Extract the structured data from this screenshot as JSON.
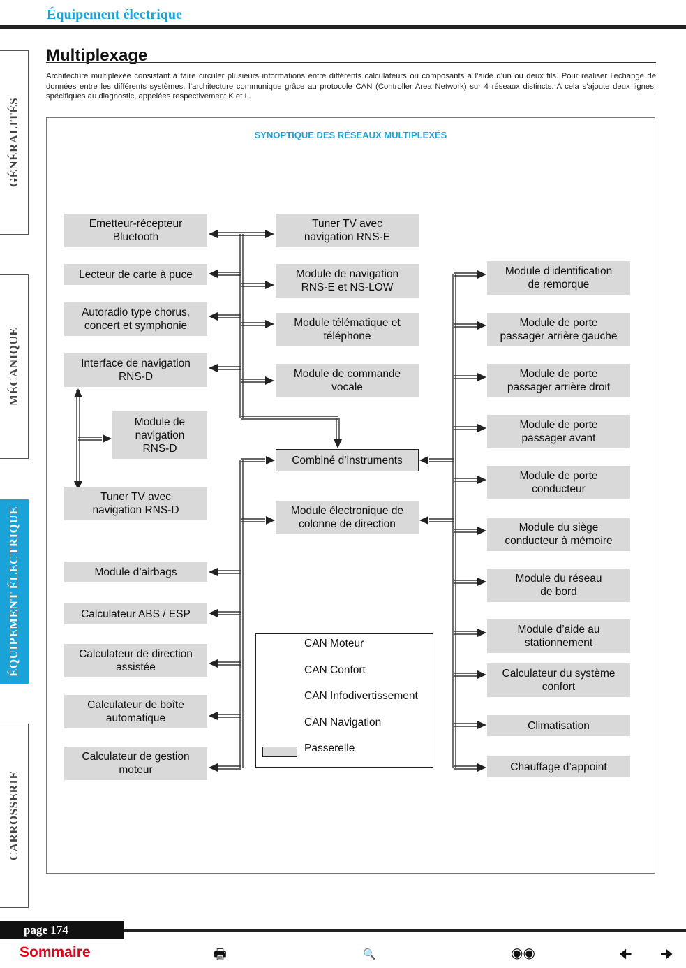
{
  "header": {
    "title": "Équipement électrique"
  },
  "side_tabs": [
    {
      "label": "GÉNÉRALITÉS",
      "active": false
    },
    {
      "label": "MÉCANIQUE",
      "active": false
    },
    {
      "label": "ÉQUIPEMENT ÉLECTRIQUE",
      "active": true
    },
    {
      "label": "CARROSSERIE",
      "active": false
    }
  ],
  "section": {
    "title": "Multiplexage",
    "intro": "Architecture multiplexée consistant à faire circuler plusieurs informations entre différents calculateurs ou composants à l’aide d’un ou deux fils. Pour réaliser l’échange de données entre les différents systèmes, l’architecture communique grâce au protocole CAN (Controller Area Network) sur 4 réseaux distincts. A cela s’ajoute deux lignes, spécifiques au diagnostic, appelées respectivement K et L."
  },
  "diagram": {
    "title": "SYNOPTIQUE DES RÉSEAUX MULTIPLEXÉS",
    "modules": {
      "bluetooth": "Emetteur-récepteur\nBluetooth",
      "card_reader": "Lecteur de carte à puce",
      "autoradio": "Autoradio type chorus,\nconcert et symphonie",
      "nav_interface": "Interface de navigation\nRNS-D",
      "nav_rnsd": "Module de\nnavigation\nRNS-D",
      "tuner_rnsd": "Tuner TV avec\nnavigation RNS-D",
      "tuner_rnse": "Tuner TV avec\nnavigation RNS-E",
      "nav_rnse": "Module de navigation\nRNS-E et NS-LOW",
      "telematics": "Module télématique et\ntéléphone",
      "voice": "Module de commande\nvocale",
      "cluster": "Combiné d’instruments",
      "steering_column": "Module électronique de\ncolonne de direction",
      "airbags": "Module d’airbags",
      "abs": "Calculateur ABS / ESP",
      "power_steering": "Calculateur de direction\nassistée",
      "gearbox": "Calculateur de boîte\nautomatique",
      "engine": "Calculateur de gestion\nmoteur",
      "trailer": "Module d’identification\nde remorque",
      "rear_left_door": "Module de porte\npassager arrière gauche",
      "rear_right_door": "Module de porte\npassager arrière droit",
      "front_passenger_door": "Module de porte\npassager avant",
      "driver_door": "Module de porte\nconducteur",
      "seat_memory": "Module du siège\nconducteur à mémoire",
      "onboard_network": "Module du réseau\nde bord",
      "parking_aid": "Module d’aide au\nstationnement",
      "comfort_system": "Calculateur du système\nconfort",
      "climate": "Climatisation",
      "aux_heater": "Chauffage d’appoint"
    },
    "legend": {
      "can_engine": "CAN Moteur",
      "can_comfort": "CAN Confort",
      "can_infotainment": "CAN Infodivertissement",
      "can_navigation": "CAN Navigation",
      "gateway": "Passerelle"
    }
  },
  "footer": {
    "page_label": "page 174",
    "summary_link": "Sommaire",
    "icons": [
      "print-icon",
      "preview-icon",
      "search-icon",
      "back-arrow-icon",
      "forward-arrow-icon"
    ]
  },
  "colors": {
    "accent": "#1aa3d9",
    "module_fill": "#d9d9d9",
    "summary_link": "#e3001b"
  }
}
